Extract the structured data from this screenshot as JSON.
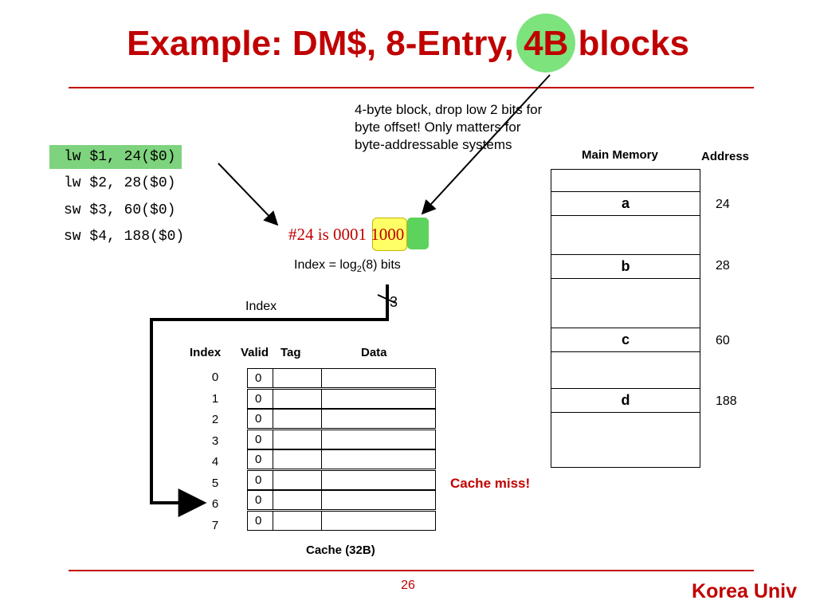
{
  "title": {
    "prefix": "Example: DM$, 8-Entry, ",
    "highlight": "4B",
    "suffix": " blocks"
  },
  "instructions": [
    "lw $1, 24($0)",
    "lw $2, 28($0)",
    "sw $3, 60($0)",
    "sw $4, 188($0)"
  ],
  "note": "4-byte block, drop low 2 bits for byte offset! Only matters for byte-addressable systems",
  "address": {
    "label": "#24 is 0001 1000"
  },
  "index_formula": {
    "prefix": "Index = log",
    "sub": "2",
    "suffix": "(8) bits"
  },
  "bus_width": "3",
  "index_wire_label": "Index",
  "cache": {
    "headers": {
      "index": "Index",
      "valid": "Valid",
      "tag": "Tag",
      "data": "Data"
    },
    "indices": [
      "0",
      "1",
      "2",
      "3",
      "4",
      "5",
      "6",
      "7"
    ],
    "valid": [
      "0",
      "0",
      "0",
      "0",
      "0",
      "0",
      "0",
      "0"
    ],
    "caption": "Cache (32B)"
  },
  "status": "Cache miss!",
  "memory": {
    "title": "Main Memory",
    "address_header": "Address",
    "entries": [
      {
        "label": "a",
        "address": "24"
      },
      {
        "label": "b",
        "address": "28"
      },
      {
        "label": "c",
        "address": "60"
      },
      {
        "label": "d",
        "address": "188"
      }
    ]
  },
  "page_number": "26",
  "footer": "Korea Univ",
  "colors": {
    "accent": "#c00000",
    "highlight_green": "#7ed37e",
    "highlight_yellow": "#ffff66"
  }
}
